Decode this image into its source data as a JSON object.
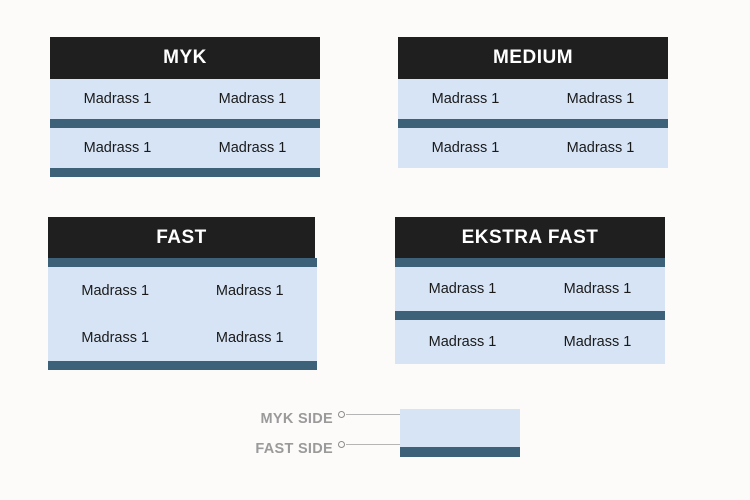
{
  "theme": {
    "background": "#fdfbfa",
    "header_bg": "#1f1f1f",
    "header_text": "#ffffff",
    "seat_area": "#d6e4f5",
    "divider_bar": "#3d6179",
    "seat_text": "#1a1a1a",
    "legend_text": "#9a9a9a",
    "legend_line": "#b5b5b5"
  },
  "panels": [
    {
      "id": "myk",
      "title": "MYK",
      "rows": [
        {
          "seats": [
            "Madrass 1",
            "Madrass 1"
          ]
        },
        {
          "seats": [
            "Madrass 1",
            "Madrass 1"
          ]
        }
      ],
      "bars": {
        "top": false,
        "middle": true,
        "bottom": true
      }
    },
    {
      "id": "medium",
      "title": "MEDIUM",
      "rows": [
        {
          "seats": [
            "Madrass 1",
            "Madrass 1"
          ]
        },
        {
          "seats": [
            "Madrass 1",
            "Madrass 1"
          ]
        }
      ],
      "bars": {
        "top": false,
        "middle": true,
        "bottom": false
      }
    },
    {
      "id": "fast",
      "title": "FAST",
      "rows": [
        {
          "seats": [
            "Madrass 1",
            "Madrass 1"
          ]
        },
        {
          "seats": [
            "Madrass 1",
            "Madrass 1"
          ]
        }
      ],
      "bars": {
        "top": true,
        "middle": false,
        "bottom": true
      }
    },
    {
      "id": "ekstra-fast",
      "title": "EKSTRA FAST",
      "rows": [
        {
          "seats": [
            "Madrass 1",
            "Madrass 1"
          ]
        },
        {
          "seats": [
            "Madrass 1",
            "Madrass 1"
          ]
        }
      ],
      "bars": {
        "top": true,
        "middle": true,
        "bottom": false
      }
    }
  ],
  "legend": {
    "myk_side_label": "MYK SIDE",
    "fast_side_label": "FAST SIDE"
  }
}
